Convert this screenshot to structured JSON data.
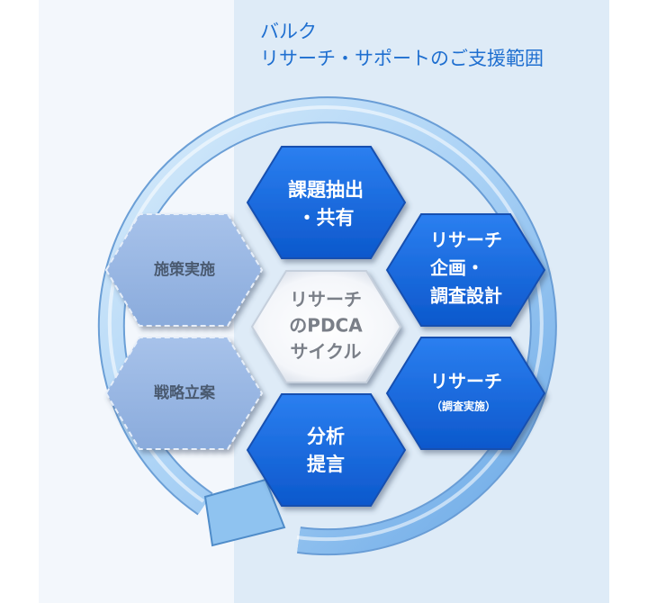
{
  "title": {
    "line1": "バルク",
    "line2": "リサーチ・サポートのご支援範囲"
  },
  "center": {
    "lines": [
      "リサーチ",
      "のPDCA",
      "サイクル"
    ]
  },
  "steps": [
    {
      "id": "extract",
      "lines": [
        "課題抽出",
        "・共有"
      ]
    },
    {
      "id": "plan",
      "lines": [
        "リサーチ",
        "企画・",
        "調査設計"
      ]
    },
    {
      "id": "execute",
      "lines": [
        "リサーチ"
      ],
      "sub": "（調査実施）"
    },
    {
      "id": "analyze",
      "lines": [
        "分析",
        "提言"
      ]
    },
    {
      "id": "strategy",
      "lines": [
        "戦略立案"
      ]
    },
    {
      "id": "measures",
      "lines": [
        "施策実施"
      ]
    }
  ],
  "colors": {
    "hex_blue": "#1b6fe0",
    "hex_blue_dark": "#0f55c0",
    "hex_light": "#95b5e3",
    "title": "#1f6fd0",
    "ring": "#7fb6ec"
  }
}
